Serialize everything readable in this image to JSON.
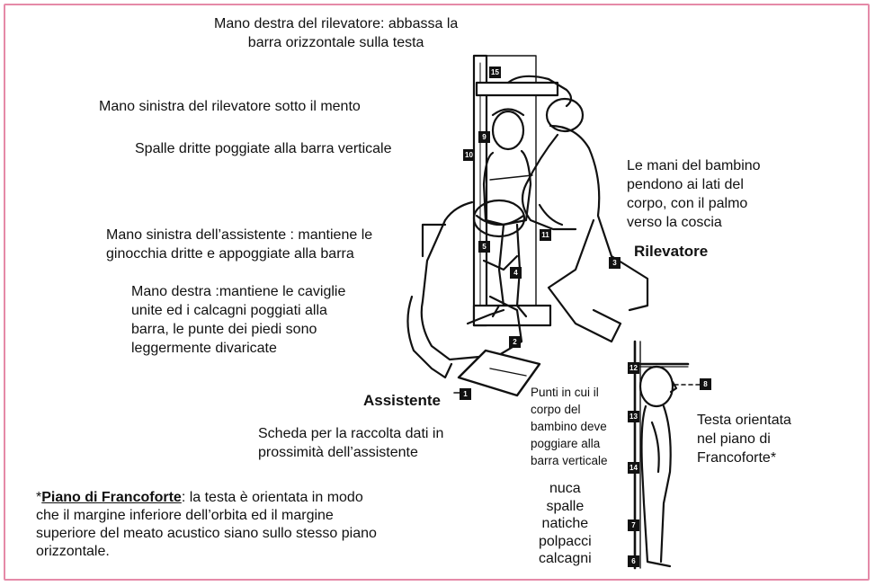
{
  "labels": {
    "mano_destra_rilevatore": "Mano destra del rilevatore: abbassa la\nbarra orizzontale  sulla testa",
    "mano_sinistra_rilevatore": "Mano sinistra del rilevatore sotto il mento",
    "spalle": "Spalle dritte poggiate alla  barra verticale",
    "mani_bambino": "Le mani del bambino\npendono ai lati  del\ncorpo, con il palmo\nverso la coscia",
    "mano_sinistra_assistente": "Mano sinistra dell’assistente : mantiene le\nginocchia dritte  e appoggiate alla barra",
    "rilevatore": "Rilevatore",
    "mano_destra_assistente": "Mano destra :mantiene le caviglie\nunite ed i calcagni poggiati alla\nbarra, le punte dei piedi  sono\nleggermente divaricate",
    "assistente": "Assistente",
    "scheda": "Scheda per la raccolta dati in\nprossimità dell’assistente",
    "punti_contatto": "Punti in cui il\ncorpo del\nbambino deve\npoggiare alla\nbarra verticale",
    "punti_lista": "nuca\nspalle\nnatiche\npolpacci\ncalcagni",
    "testa_orientata": "Testa orientata\nnel piano di\nFrancoforte*"
  },
  "footnote": {
    "marker": "*",
    "term": "Piano di Francoforte",
    "text": ": la testa è orientata in modo\nche il margine inferiore dell’orbita ed il margine\nsuperiore del meato acustico siano sullo stesso piano\norizzontale."
  },
  "markers": {
    "m15": "15",
    "m9": "9",
    "m10": "10",
    "m11": "11",
    "m5": "5",
    "m4": "4",
    "m3": "3",
    "m2": "2",
    "m1": "1",
    "m12": "12",
    "m8": "8",
    "m13": "13",
    "m14": "14",
    "m7": "7",
    "m6": "6"
  },
  "colors": {
    "frame": "#e58aa8",
    "ink": "#111111"
  }
}
